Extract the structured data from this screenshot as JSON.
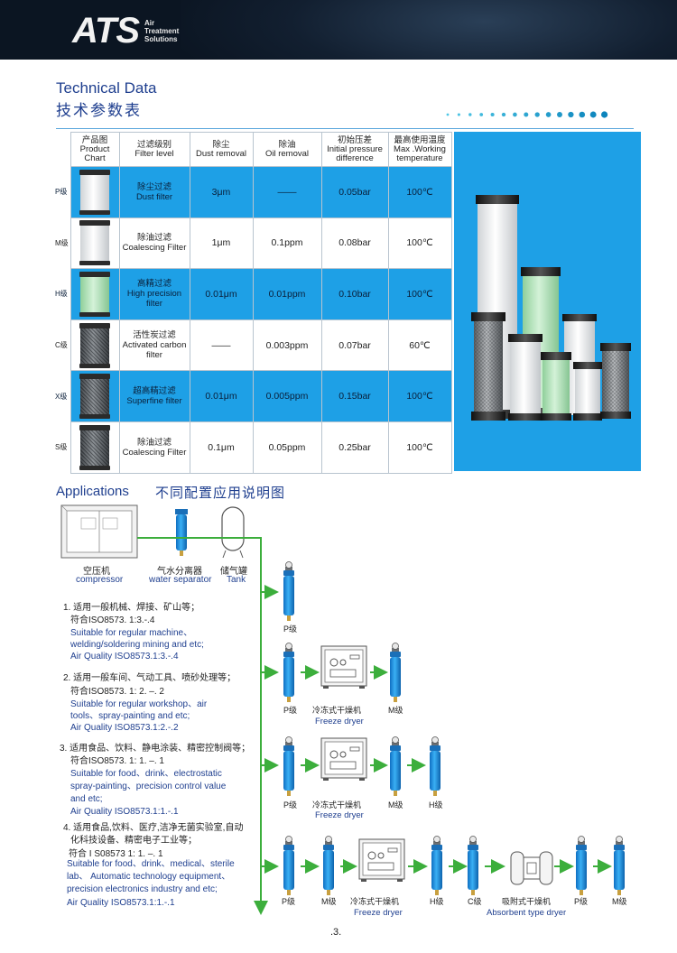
{
  "header": {
    "logo": "ATS",
    "tagline": [
      "Air",
      "Treatment",
      "Solutions"
    ]
  },
  "technical_data": {
    "title_en": "Technical Data",
    "title_cn": "技术参数表",
    "columns": [
      {
        "cn": "产品图",
        "en": "Product Chart"
      },
      {
        "cn": "过滤级别",
        "en": "Filter level"
      },
      {
        "cn": "除尘",
        "en": "Dust removal"
      },
      {
        "cn": "除油",
        "en": "Oil removal"
      },
      {
        "cn": "初始压差",
        "en": "Initial pressure difference"
      },
      {
        "cn": "最高使用温度",
        "en": "Max .Working temperature"
      }
    ],
    "rows": [
      {
        "level": "P级",
        "filter_cn": "除尘过滤",
        "filter_en": "Dust filter",
        "dust": "3μm",
        "oil": "——",
        "pressure": "0.05bar",
        "temp": "100℃",
        "highlight": true,
        "media": "white"
      },
      {
        "level": "M级",
        "filter_cn": "除油过滤",
        "filter_en": "Coalescing Filter",
        "dust": "1μm",
        "oil": "0.1ppm",
        "pressure": "0.08bar",
        "temp": "100℃",
        "highlight": false,
        "media": "white"
      },
      {
        "level": "H级",
        "filter_cn": "高精过滤",
        "filter_en": "High precision filter",
        "dust": "0.01μm",
        "oil": "0.01ppm",
        "pressure": "0.10bar",
        "temp": "100℃",
        "highlight": true,
        "media": "green"
      },
      {
        "level": "C级",
        "filter_cn": "活性炭过滤",
        "filter_en": "Activated carbon filter",
        "dust": "——",
        "oil": "0.003ppm",
        "pressure": "0.07bar",
        "temp": "60℃",
        "highlight": false,
        "media": "mesh"
      },
      {
        "level": "X级",
        "filter_cn": "超高精过滤",
        "filter_en": "Superfine filter",
        "dust": "0.01μm",
        "oil": "0.005ppm",
        "pressure": "0.15bar",
        "temp": "100℃",
        "highlight": true,
        "media": "mesh"
      },
      {
        "level": "S级",
        "filter_cn": "除油过滤",
        "filter_en": "Coalescing Filter",
        "dust": "0.1μm",
        "oil": "0.05ppm",
        "pressure": "0.25bar",
        "temp": "100℃",
        "highlight": false,
        "media": "mesh"
      }
    ]
  },
  "applications": {
    "title_en": "Applications",
    "title_cn": "不同配置应用说明图",
    "equipment": {
      "compressor_cn": "空压机",
      "compressor_en": "compressor",
      "separator_cn": "气水分离器",
      "separator_en": "water separator",
      "tank_cn": "储气罐",
      "tank_en": "Tank"
    },
    "items": [
      {
        "cn": "1. 适用一般机械、焊接、矿山等；",
        "iso_cn": "符合ISO8573. 1:3.-.4",
        "en": [
          "Suitable for regular machine、",
          "welding/soldering mining and etc;",
          "Air Quality ISO8573.1:3.-.4"
        ]
      },
      {
        "cn": "2. 适用一般车间、气动工具、喷砂处理等；",
        "iso_cn": "符合ISO8573. 1: 2. –. 2",
        "en": [
          "Suitable for regular workshop、air",
          "tools、spray-painting  and  etc;",
          "Air Quality ISO8573.1:2.-.2"
        ]
      },
      {
        "cn": "3. 适用食品、饮料、静电涂装、精密控制阀等；",
        "iso_cn": "符合ISO8573. 1: 1. –. 1",
        "en": [
          "Suitable for food、drink、electrostatic",
          "spray-painting、precision control value",
          "and etc;",
          "Air Quality ISO8573.1:1.-.1"
        ]
      },
      {
        "cn": [
          "4. 适用食品,饮料、医疗,洁净无菌实验室,自动",
          "化科技设备、精密电子工业等；"
        ],
        "iso_cn": "符合 I S08573  1: 1. –. 1",
        "en": [
          "Suitable for food、drink、medical、sterile",
          "lab、 Automatic technology equipment、",
          "precision electronics industry and etc;",
          "Air Quality ISO8573.1:1.-.1"
        ]
      }
    ],
    "labels": {
      "p": "P级",
      "m": "M级",
      "h": "H级",
      "c": "C级",
      "dryer_cn": "冷冻式干燥机",
      "dryer_en": "Freeze dryer",
      "abs_cn": "吸附式干燥机",
      "abs_en": "Absorbent type dryer"
    }
  },
  "page_number": ".3.",
  "colors": {
    "accent_blue": "#1ea0e6",
    "title_blue": "#1f3f8f",
    "arrow_green": "#3cae3c",
    "filter_blue": "#1f8fe0"
  }
}
